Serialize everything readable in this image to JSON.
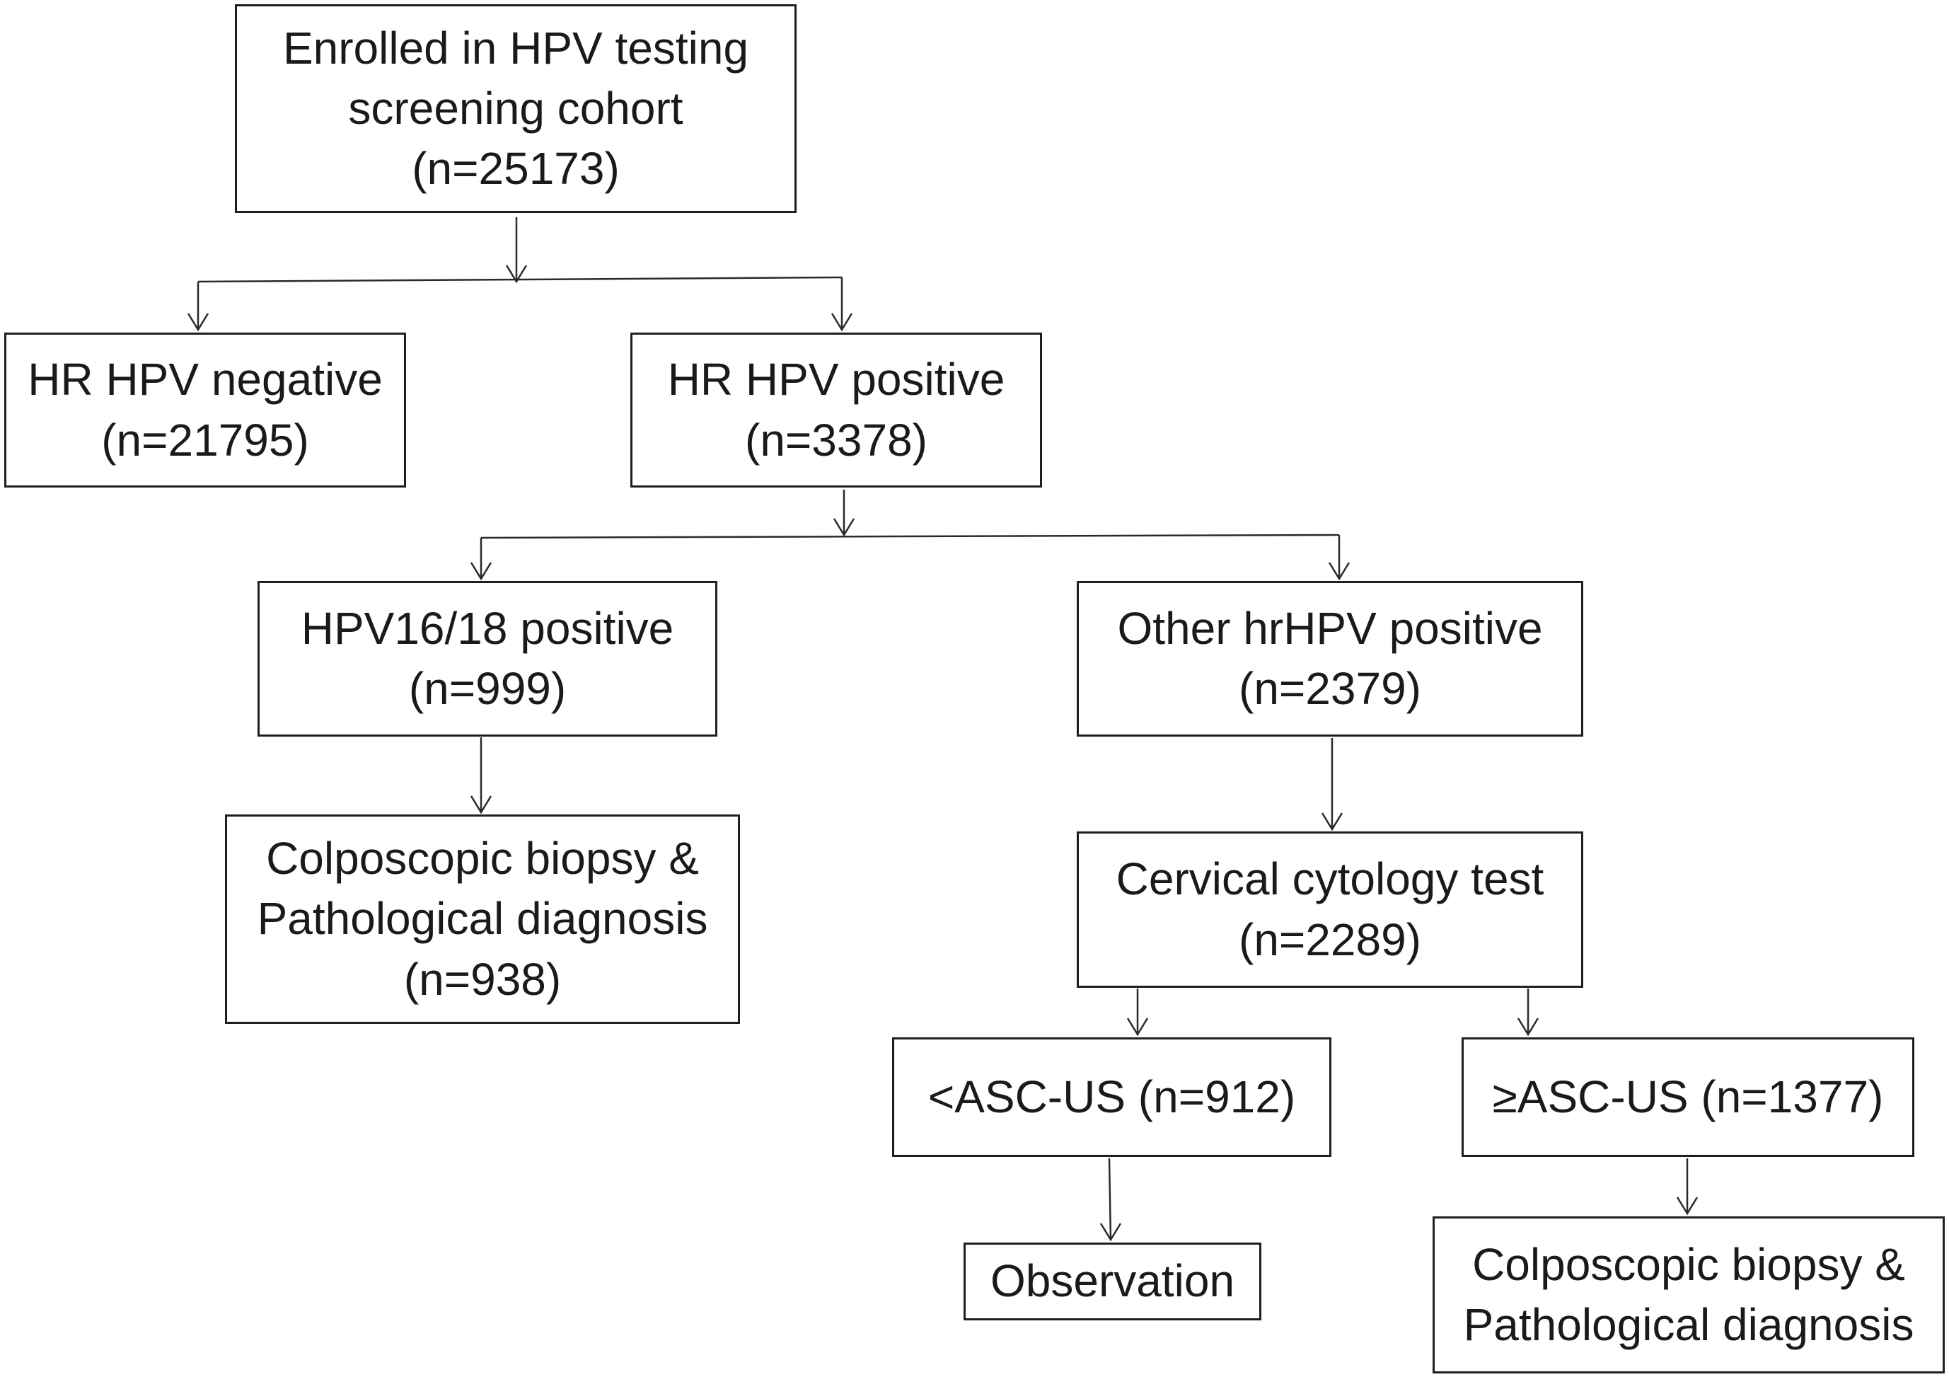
{
  "nodes": {
    "enrolled": {
      "line1": "Enrolled in HPV testing",
      "line2": "screening cohort",
      "line3": "(n=25173)"
    },
    "hr_negative": {
      "line1": "HR HPV negative",
      "line2": "(n=21795)"
    },
    "hr_positive": {
      "line1": "HR HPV positive",
      "line2": "(n=3378)"
    },
    "hpv1618": {
      "line1": "HPV16/18 positive",
      "line2": "(n=999)"
    },
    "other_hr": {
      "line1": "Other hrHPV positive",
      "line2": "(n=2379)"
    },
    "colposcopy_1": {
      "line1": "Colposcopic biopsy &",
      "line2": "Pathological diagnosis",
      "line3": "(n=938)"
    },
    "cytology": {
      "line1": "Cervical cytology test",
      "line2": "(n=2289)"
    },
    "lt_ascus": {
      "line1": "<ASC-US (n=912)"
    },
    "ge_ascus": {
      "line1": "≥ASC-US (n=1377)"
    },
    "observation": {
      "line1": "Observation"
    },
    "colposcopy_2": {
      "line1": "Colposcopic biopsy &",
      "line2": "Pathological diagnosis"
    }
  }
}
